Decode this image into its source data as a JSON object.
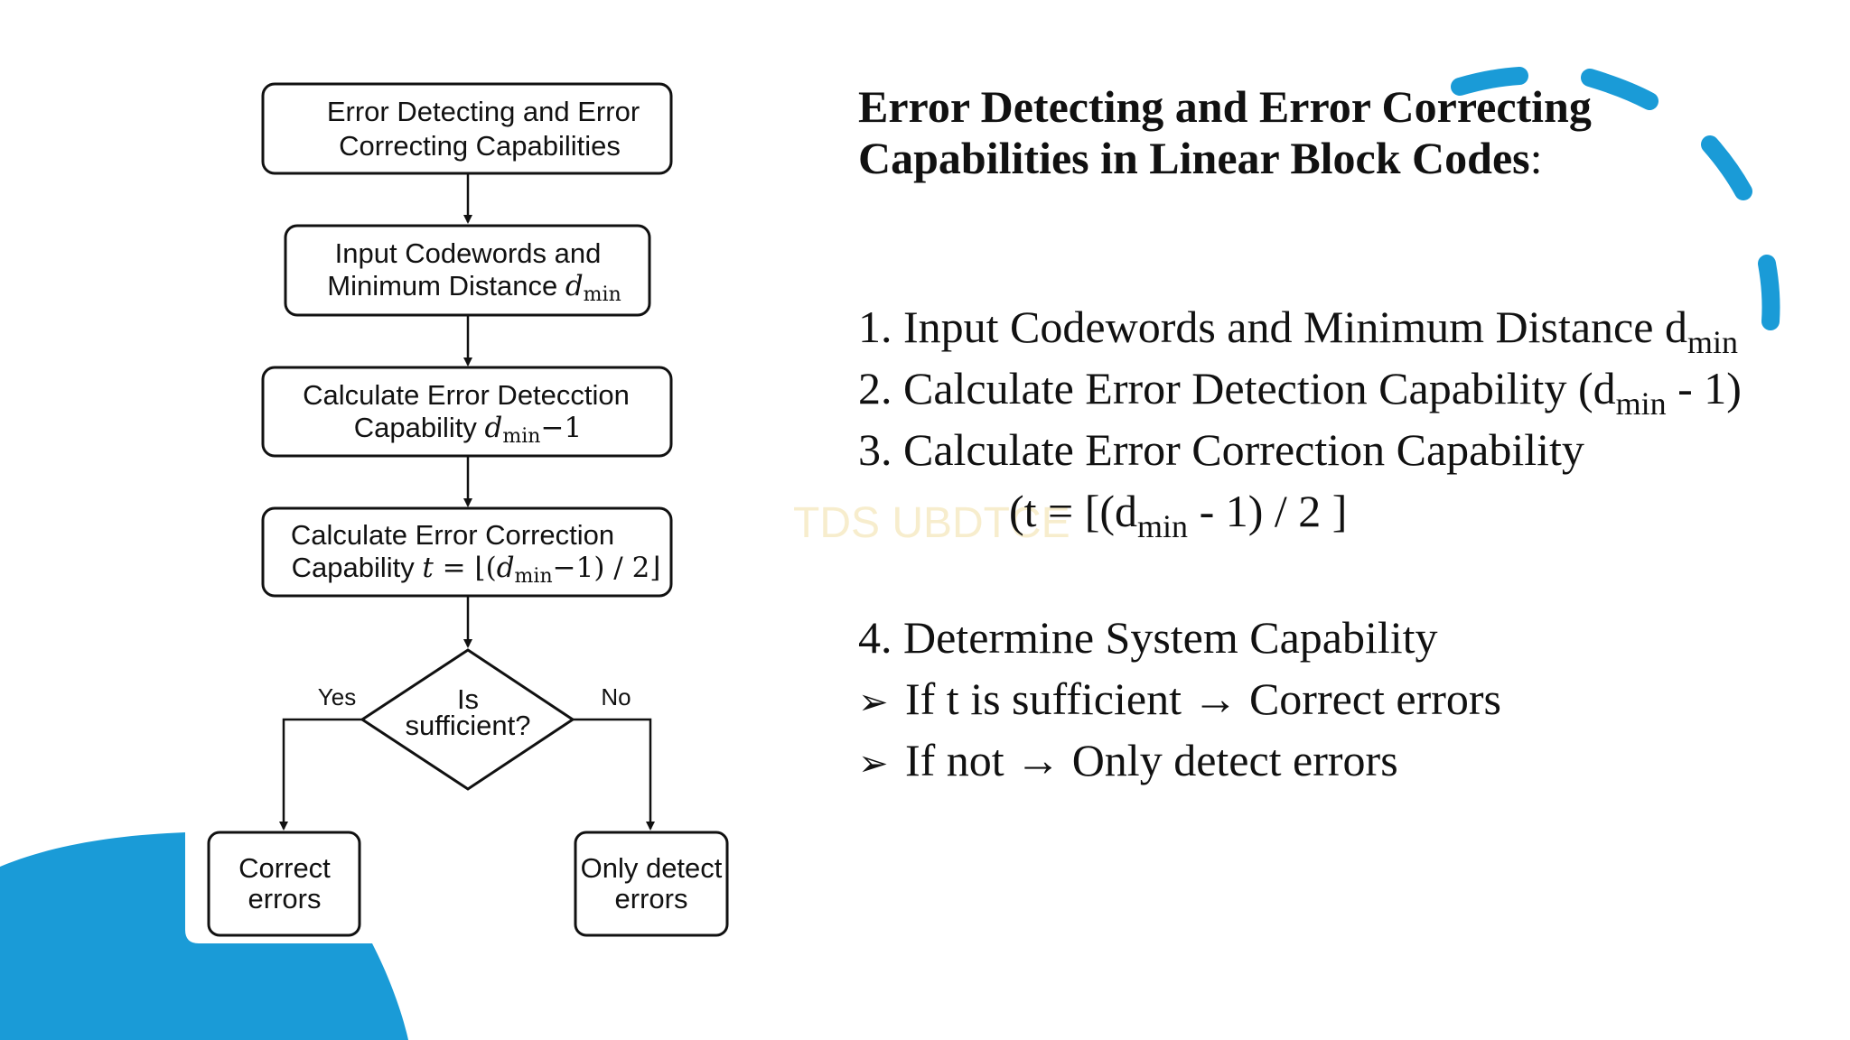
{
  "colors": {
    "accent": "#1a9bd7",
    "text": "#111111",
    "background": "#ffffff",
    "watermark": "#f4e6b8"
  },
  "flowchart": {
    "start_box": {
      "line1": "Error Detecting and Error",
      "line2": "Correcting Capabilities"
    },
    "input_box": {
      "line1": "Input Codewords and",
      "line2_text": "Minimum Distance ",
      "line2_var": "d",
      "line2_sub": "min"
    },
    "detect_box": {
      "line1": "Calculate Error Detecction",
      "line2_text": "Capability ",
      "line2_var": "d",
      "line2_sub": "min",
      "line2_tail": "−1"
    },
    "correct_box": {
      "line1": "Calculate Error Correction",
      "line2_text": "Capability ",
      "line2_t": "t",
      "line2_eq": " = ⌊(",
      "line2_var": "d",
      "line2_sub": "min",
      "line2_tail": "−1) / 2⌋"
    },
    "decision": {
      "line1": "Is",
      "line2": "sufficient?"
    },
    "yes_label": "Yes",
    "no_label": "No",
    "correct_errors_box": {
      "line1": "Correct",
      "line2": "errors"
    },
    "only_detect_box": {
      "line1": "Only detect",
      "line2": "errors"
    }
  },
  "text_panel": {
    "title_line1": "Error Detecting and Error Correcting",
    "title_line2": "Capabilities in Linear Block Codes",
    "title_colon": ":",
    "step1_text": "1. Input Codewords and Minimum Distance d",
    "step1_sub": "min",
    "step2_text": "2. Calculate Error Detection Capability (d",
    "step2_sub": "min",
    "step2_tail": " - 1)",
    "step3_text": "3. Calculate Error Correction Capability",
    "step3_formula_pre": "(t = [(d",
    "step3_formula_sub": "min",
    "step3_formula_tail": " - 1) / 2 ]",
    "step4_text": "4. Determine System Capability",
    "bullet_icon": "arrowhead-bullet-icon",
    "bullet1": "If t is sufficient → Correct errors",
    "bullet2": "If not → Only detect errors"
  },
  "watermark": "TDS UBDTCE"
}
